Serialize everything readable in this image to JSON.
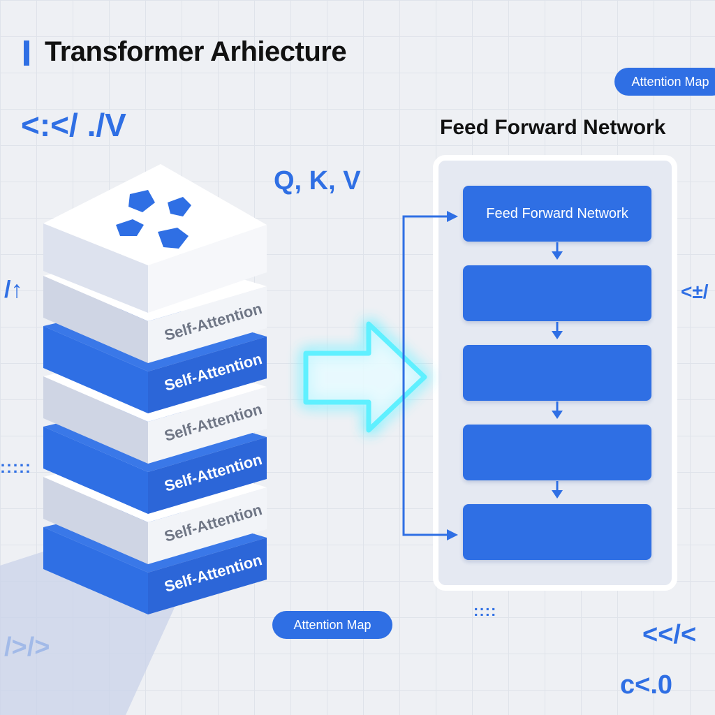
{
  "title": "Transformer Arhiecture",
  "attention_map_top": "Attention Map",
  "attention_map_bottom": "Attention Map",
  "qkv_label": "Q, K, V",
  "ffn_heading": "Feed Forward Network",
  "ffn_blocks": [
    "Feed Forward Network",
    "",
    "",
    "",
    ""
  ],
  "stack_layers": [
    "Self-Attention",
    "Self-Attention",
    "Self-Attention",
    "Self-Attention",
    "Self-Attention",
    "Self-Attention"
  ],
  "decorative_glyphs": {
    "top_left": "<:</ ./V",
    "left_mid": "/↑",
    "right_mid": "<±/",
    "left_dots": ":::::",
    "bottom_dots": "::::",
    "bottom_right_1": "<</<",
    "bottom_right_2": "c<.0",
    "bottom_left": "/>/>"
  },
  "colors": {
    "accent": "#2f6fe4",
    "glow": "#5ef0ff",
    "background": "#eef0f4"
  }
}
